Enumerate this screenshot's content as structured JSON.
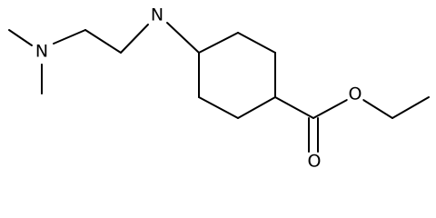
{
  "atoms": [
    {
      "id": "n1",
      "label": "N"
    },
    {
      "id": "n2",
      "label": "N"
    },
    {
      "id": "o1",
      "label": "O"
    },
    {
      "id": "o2",
      "label": "O"
    }
  ]
}
